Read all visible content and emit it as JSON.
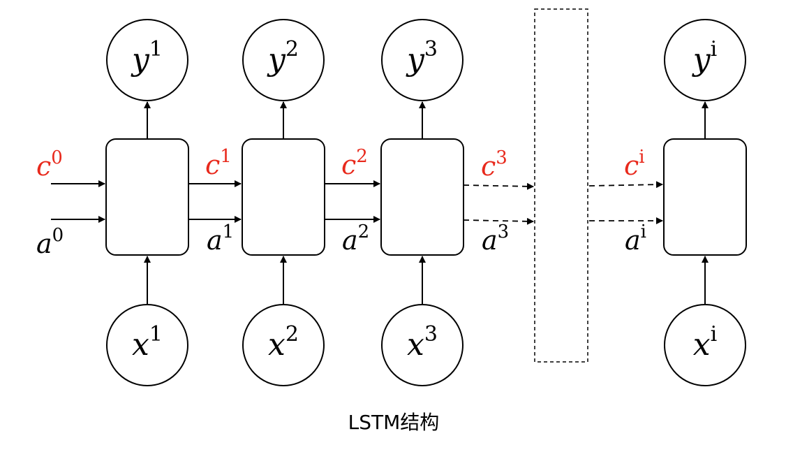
{
  "colors": {
    "stroke": "#000000",
    "cell_state": "#e8291c",
    "text": "#000000",
    "background": "#ffffff"
  },
  "outputs": [
    {
      "base": "y",
      "sup": "1"
    },
    {
      "base": "y",
      "sup": "2"
    },
    {
      "base": "y",
      "sup": "3"
    },
    {
      "base": "y",
      "sup": "i"
    }
  ],
  "inputs": [
    {
      "base": "x",
      "sup": "1"
    },
    {
      "base": "x",
      "sup": "2"
    },
    {
      "base": "x",
      "sup": "3"
    },
    {
      "base": "x",
      "sup": "i"
    }
  ],
  "cell_states": [
    {
      "base": "c",
      "sup": "0"
    },
    {
      "base": "c",
      "sup": "1"
    },
    {
      "base": "c",
      "sup": "2"
    },
    {
      "base": "c",
      "sup": "3"
    },
    {
      "base": "c",
      "sup": "i"
    }
  ],
  "hidden_states": [
    {
      "base": "a",
      "sup": "0"
    },
    {
      "base": "a",
      "sup": "1"
    },
    {
      "base": "a",
      "sup": "2"
    },
    {
      "base": "a",
      "sup": "3"
    },
    {
      "base": "a",
      "sup": "i"
    }
  ],
  "caption": "LSTM结构"
}
